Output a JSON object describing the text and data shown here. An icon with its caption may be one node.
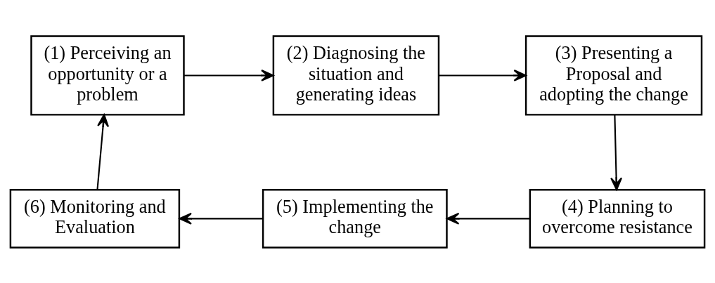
{
  "diagram": {
    "nodes": [
      {
        "text": [
          "(1) Perceiving an opportunity or a problem"
        ]
      },
      {
        "text": [
          "(2) Diagnosing the situation and generating ideas"
        ]
      },
      {
        "text": [
          "(3) Presenting a Proposal and adopting the change"
        ]
      },
      {
        "text": [
          "(4) Planning to overcome resistance"
        ]
      },
      {
        "text": [
          "(5) Implementing the change"
        ]
      },
      {
        "text": [
          "(6) Monitoring and Evaluation"
        ]
      }
    ],
    "edges": [
      {
        "from": 0,
        "to": 1,
        "arrow": "to"
      },
      {
        "from": 1,
        "to": 2,
        "arrow": "to"
      },
      {
        "from": 2,
        "to": 3,
        "arrow": "to"
      },
      {
        "from": 3,
        "to": 4,
        "arrow": "to"
      },
      {
        "from": 4,
        "to": 5,
        "arrow": "to"
      },
      {
        "from": 5,
        "to": 0,
        "arrow": "to"
      }
    ]
  }
}
